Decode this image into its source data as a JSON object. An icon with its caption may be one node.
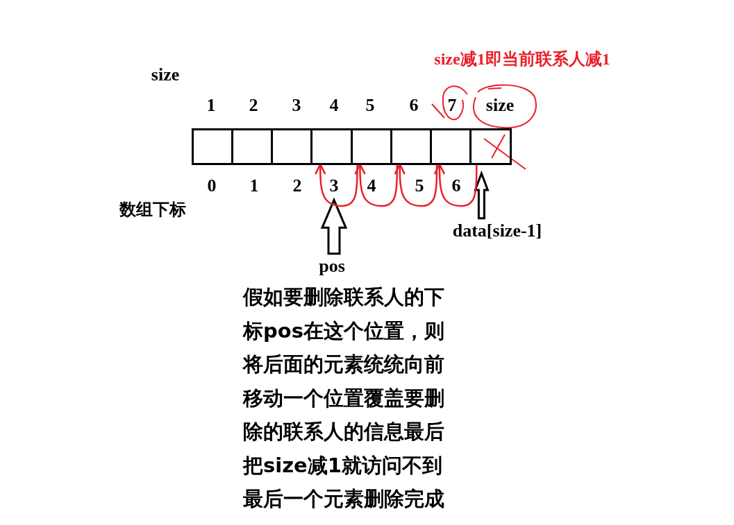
{
  "diagram": {
    "nodes": [
      {
        "text": [],
        "shape": "box"
      },
      {
        "text": [],
        "shape": "box"
      },
      {
        "text": [],
        "shape": "box"
      },
      {
        "text": [],
        "shape": "box"
      },
      {
        "text": [],
        "shape": "box"
      },
      {
        "text": [],
        "shape": "box"
      },
      {
        "text": [],
        "shape": "box"
      },
      {
        "text": [],
        "shape": "box"
      },
      {
        "text": [
          "3"
        ]
      },
      {
        "text": [
          "pos"
        ]
      },
      {
        "text": [
          "data[size-1]"
        ]
      }
    ],
    "edges": [
      {
        "from": 9,
        "to": 8,
        "arrow": "to",
        "color": "#000000"
      },
      {
        "from": 10,
        "to": 7,
        "arrow": "to",
        "color": "#000000"
      },
      {
        "from": 4,
        "to": 3,
        "arrow": "to"
      },
      {
        "from": 5,
        "to": 4,
        "arrow": "to"
      },
      {
        "from": 6,
        "to": 5,
        "arrow": "to"
      },
      {
        "from": 7,
        "to": 6,
        "arrow": "to"
      }
    ],
    "labels": [
      "size减1即当前联系人减1",
      "size",
      "1",
      "2",
      "3",
      "4",
      "5",
      "6",
      "7",
      "size",
      "0",
      "1",
      "2",
      "4",
      "5",
      "6",
      "数组下标",
      "假如要删除联系人的下标pos在这个位置，则将后面的元素统统向前移动一个位置覆盖要删除的联系人的信息最后把size减1就访问不到最后一个元素删除完成"
    ]
  }
}
